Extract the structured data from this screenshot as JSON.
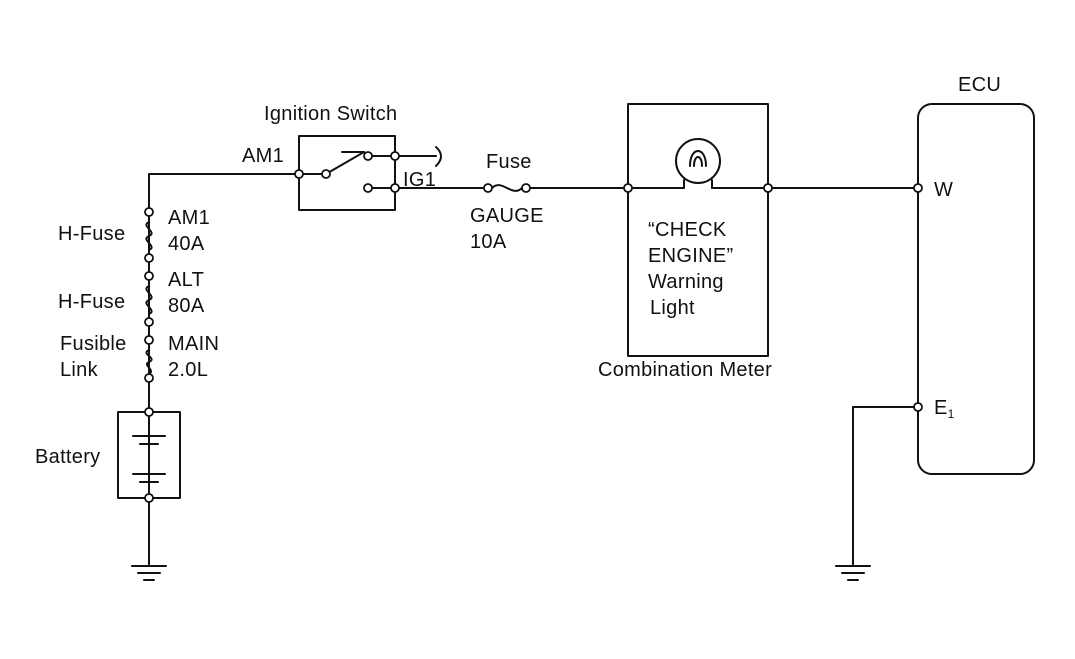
{
  "battery": {
    "label": "Battery"
  },
  "fuses": [
    {
      "type": "H-Fuse",
      "name": "AM1",
      "rating": "40A"
    },
    {
      "type": "H-Fuse",
      "name": "ALT",
      "rating": "80A"
    },
    {
      "type_line1": "Fusible",
      "type_line2": "Link",
      "name": "MAIN",
      "rating": "2.0L"
    }
  ],
  "ignition_switch": {
    "title": "Ignition Switch",
    "input_label": "AM1",
    "output_label": "IG1"
  },
  "gauge_fuse": {
    "title": "Fuse",
    "name": "GAUGE",
    "rating": "10A"
  },
  "combination_meter": {
    "title": "Combination Meter",
    "light_line1": "“CHECK",
    "light_line2": "ENGINE”",
    "light_line3": "Warning",
    "light_line4": "Light"
  },
  "ecu": {
    "title": "ECU",
    "terminal_w": "W",
    "terminal_e1": "E",
    "terminal_e1_sub": "1"
  },
  "colors": {
    "line": "#111111",
    "background": "#ffffff"
  }
}
